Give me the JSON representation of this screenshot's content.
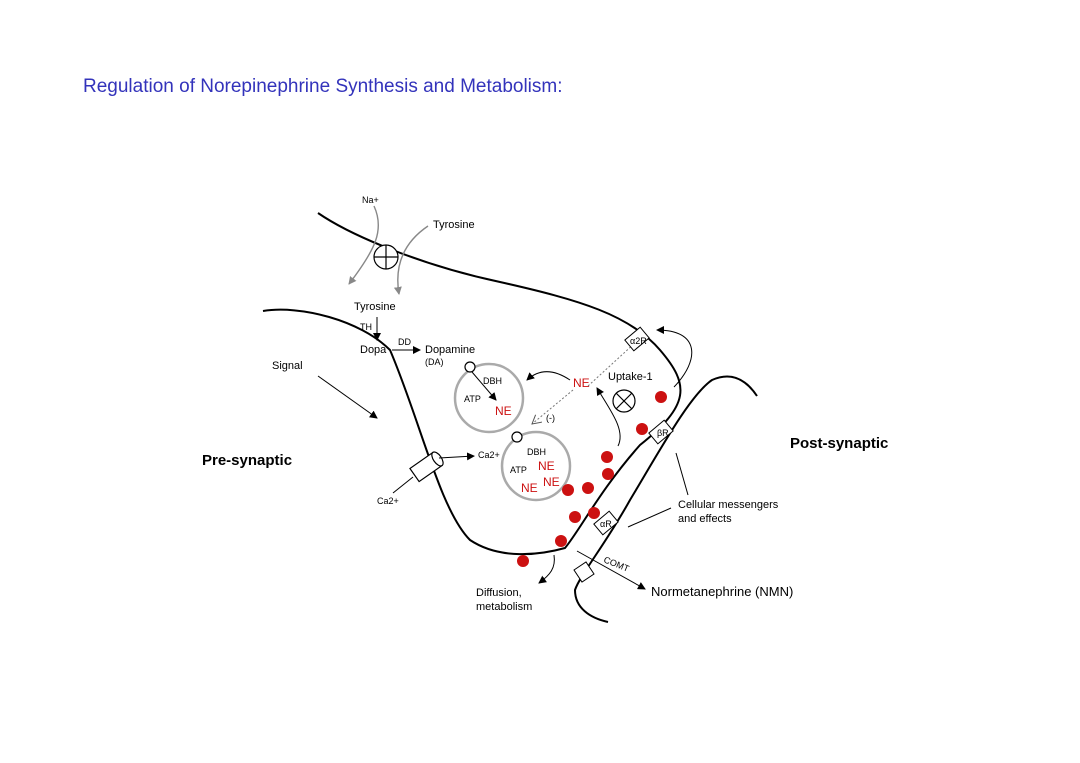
{
  "title": "Regulation of Norepinephrine Synthesis and Metabolism:",
  "labels": {
    "na": "Na+",
    "tyrosine_outside": "Tyrosine",
    "tyrosine_inside": "Tyrosine",
    "th": "TH",
    "dopa": "Dopa",
    "dd": "DD",
    "dopamine": "Dopamine",
    "da": "(DA)",
    "dbh_1": "DBH",
    "atp_1": "ATP",
    "ne_vesicle1": "NE",
    "signal": "Signal",
    "ne_cleft": "NE",
    "uptake": "Uptake-1",
    "alpha2r": "α2R",
    "inhibit": "(-)",
    "beta_r": "βR",
    "pre_synaptic": "Pre-synaptic",
    "post_synaptic": "Post-synaptic",
    "ca_in": "Ca2+",
    "ca_out": "Ca2+",
    "dbh_2": "DBH",
    "atp_2": "ATP",
    "ne_v2a": "NE",
    "ne_v2b": "NE",
    "ne_v2c": "NE",
    "alpha_r": "αR",
    "cellular_1": "Cellular messengers",
    "cellular_2": "and effects",
    "comt": "COMT",
    "nmn": "Normetanephrine (NMN)",
    "diffusion_1": "Diffusion,",
    "diffusion_2": "metabolism"
  },
  "colors": {
    "title": "#3333bb",
    "ne_red": "#cc1111",
    "vesicle_gray": "#aaaaaa",
    "arrow_gray": "#888888"
  }
}
